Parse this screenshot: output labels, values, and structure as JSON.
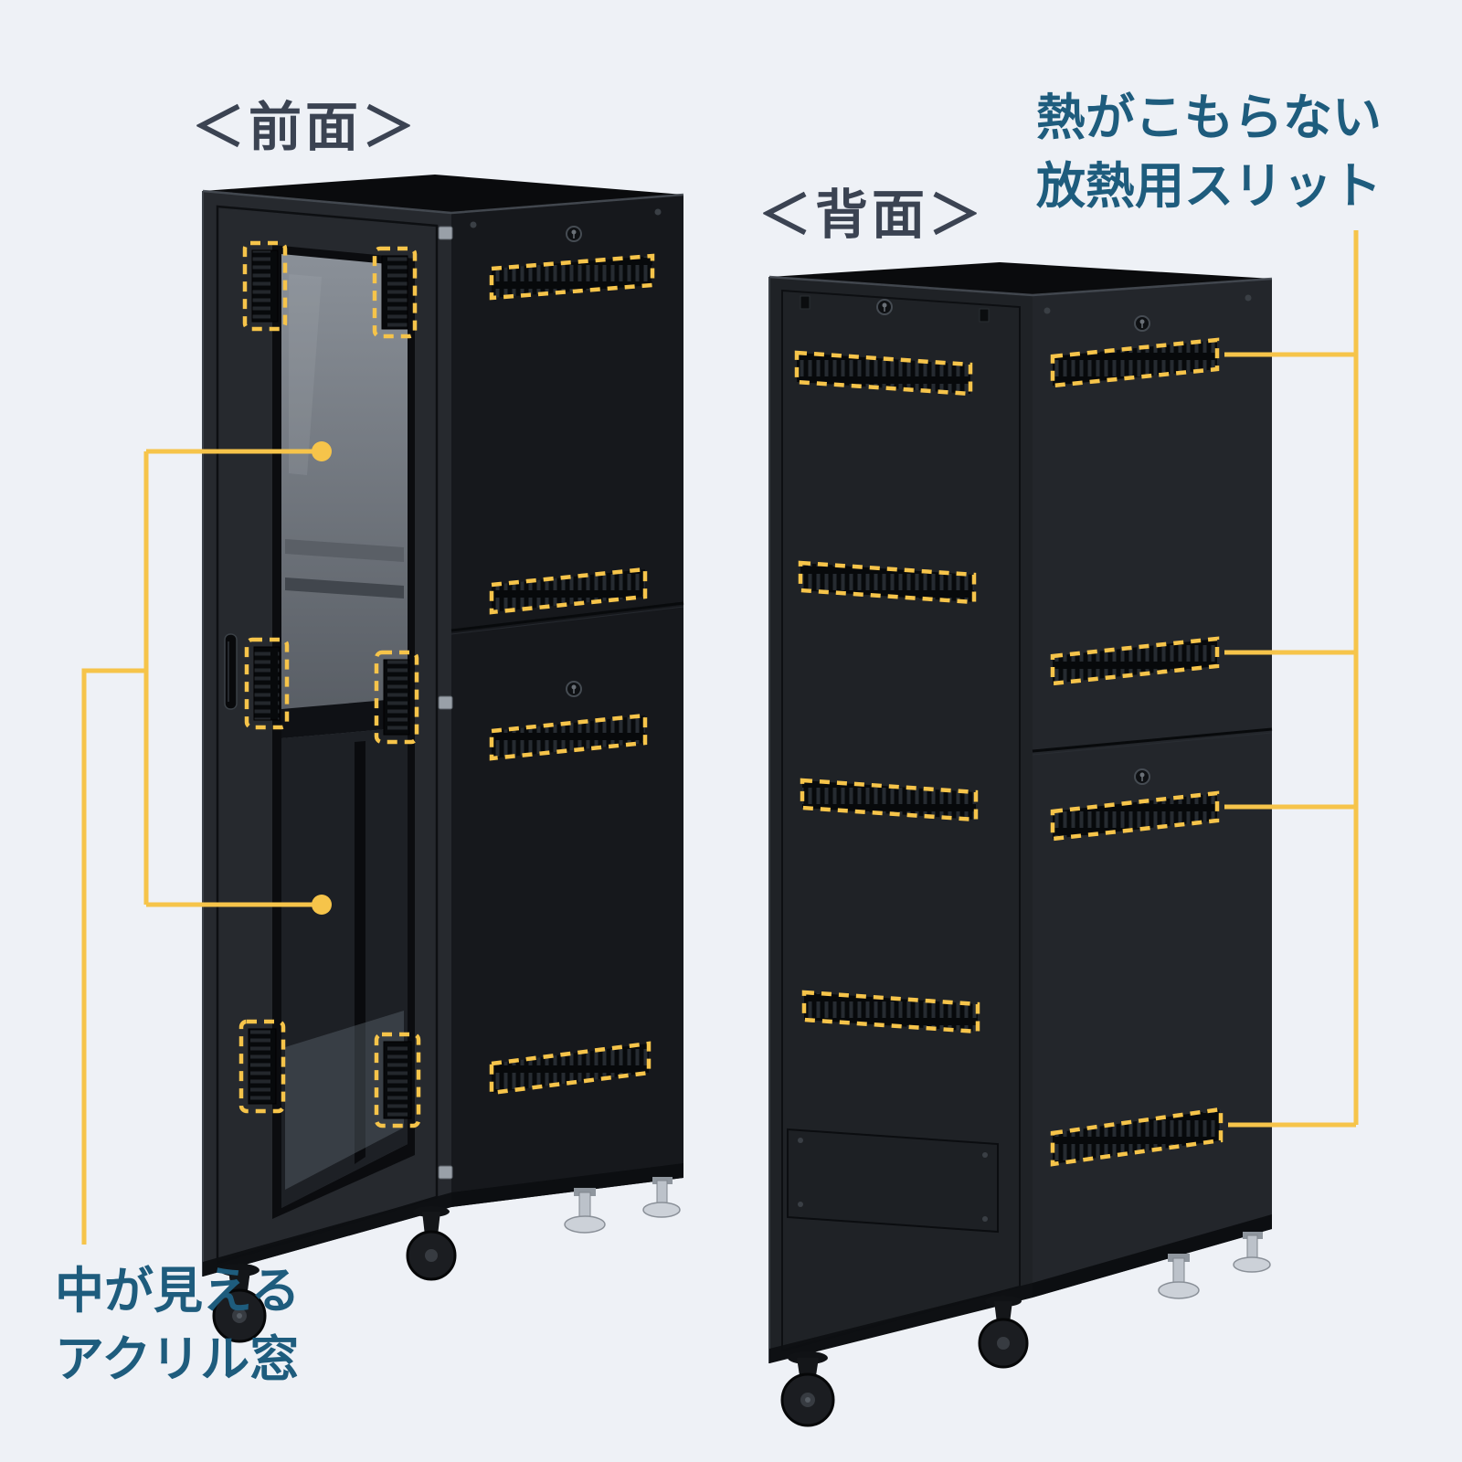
{
  "scene": {
    "background": "#EEF1F6"
  },
  "headings": {
    "front_view": "＜前面＞",
    "back_view": "＜背面＞"
  },
  "callouts": {
    "heat_slits": {
      "line1": "熱がこもらない",
      "line2": "放熱用スリット"
    },
    "acrylic_window": {
      "line1": "中が見える",
      "line2": "アクリル窓"
    }
  },
  "colors": {
    "background": "#EEF1F6",
    "accent_yellow": "#F6C44A",
    "heading_gray": "#3B4352",
    "callout_blue": "#1E5C7D",
    "rack_body_black": "#1B1E22"
  }
}
